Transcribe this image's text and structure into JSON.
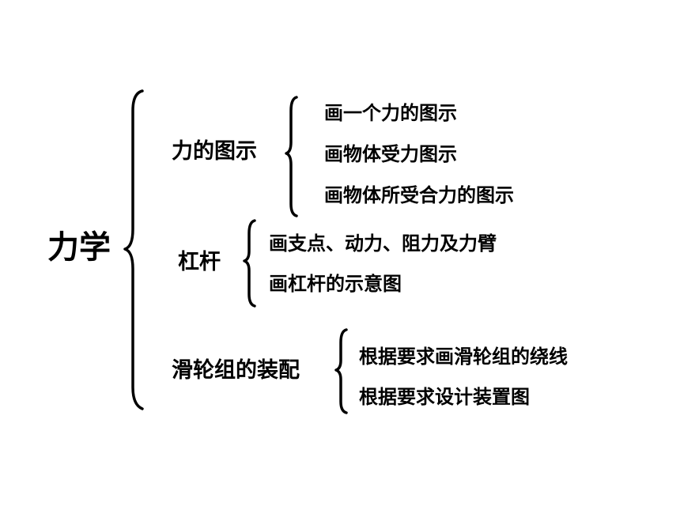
{
  "root": "力学",
  "branches": [
    {
      "label": "力的图示",
      "items": [
        "画一个力的图示",
        "画物体受力图示",
        "画物体所受合力的图示"
      ]
    },
    {
      "label": "杠杆",
      "items": [
        "画支点、动力、阻力及力臂",
        "画杠杆的示意图"
      ]
    },
    {
      "label": "滑轮组的装配",
      "items": [
        "根据要求画滑轮组的绕线",
        "根据要求设计装置图"
      ]
    }
  ]
}
